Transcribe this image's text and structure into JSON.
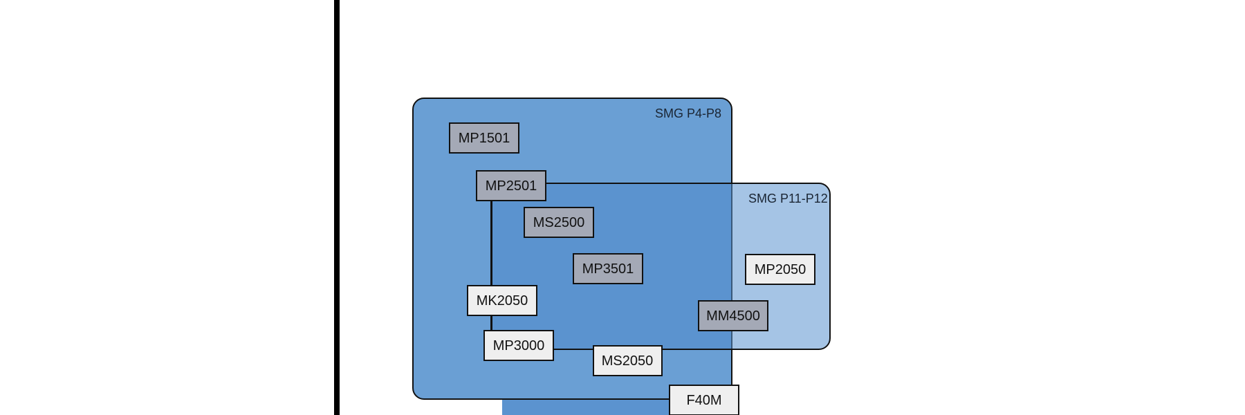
{
  "colors": {
    "region": "#6a9fd4",
    "overlap": "#5b93cf",
    "node_dark": "#a4a9b6",
    "node_light": "#efefef",
    "line": "#111111"
  },
  "groups": {
    "group_a": "SMG P4-P8",
    "group_b": "SMG P11-P12"
  },
  "nodes": {
    "mp1501": "MP1501",
    "mp2501": "MP2501",
    "ms2500": "MS2500",
    "mp3501": "MP3501",
    "mp2050": "MP2050",
    "mk2050": "MK2050",
    "mm4500": "MM4500",
    "mp3000": "MP3000",
    "ms2050": "MS2050",
    "f40m": "F40M"
  }
}
